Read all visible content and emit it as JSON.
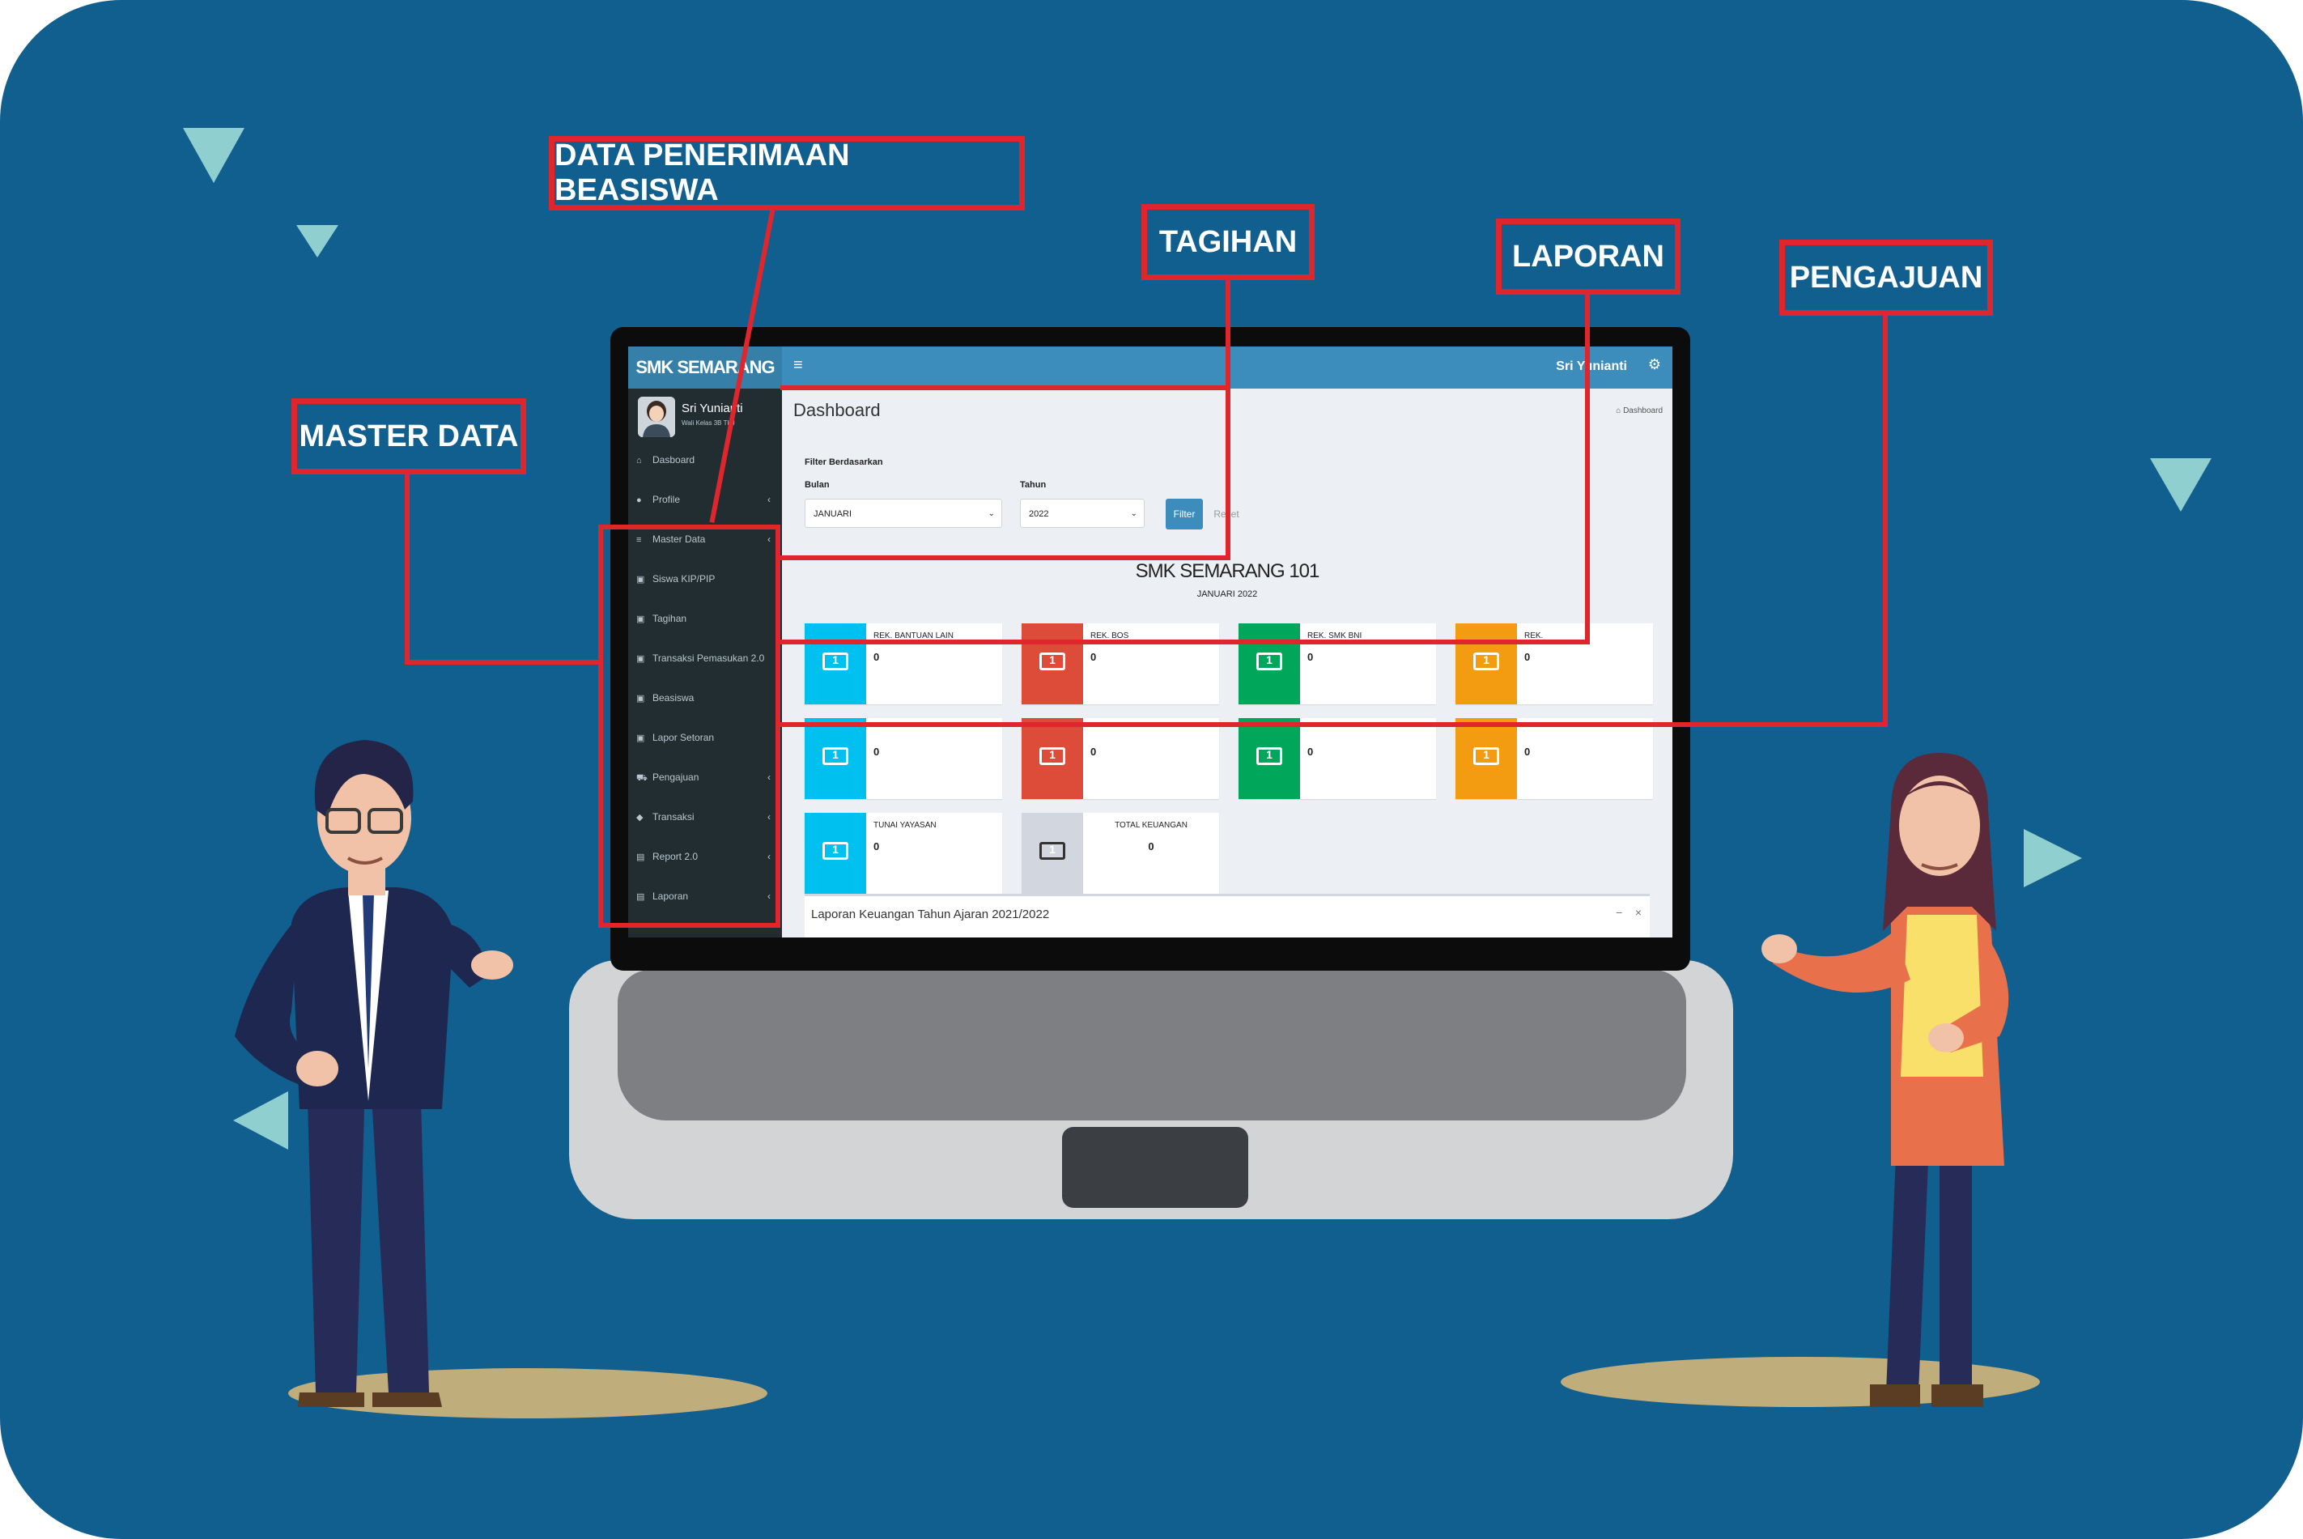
{
  "callouts": {
    "beasiswa": "DATA PENERIMAAN BEASISWA",
    "tagihan": "TAGIHAN",
    "laporan": "LAPORAN",
    "pengajuan": "PENGAJUAN",
    "master_data": "MASTER DATA"
  },
  "app": {
    "brand": "SMK SEMARANG 101",
    "menu_toggle_icon": "hamburger-icon",
    "top_user": "Sri Yunianti",
    "settings_icon": "gears-icon",
    "user_panel": {
      "name": "Sri Yunianti",
      "role": "Wali Kelas 3B TKJ"
    },
    "sidebar": [
      {
        "label": "Dasboard",
        "icon": "home-icon",
        "chevron": false
      },
      {
        "label": "Profile",
        "icon": "user-icon",
        "chevron": true
      },
      {
        "label": "Master Data",
        "icon": "database-icon",
        "chevron": true
      },
      {
        "label": "Siswa KIP/PIP",
        "icon": "money-icon",
        "chevron": false
      },
      {
        "label": "Tagihan",
        "icon": "money-icon",
        "chevron": false
      },
      {
        "label": "Transaksi Pemasukan 2.0",
        "icon": "money-icon",
        "chevron": false
      },
      {
        "label": "Beasiswa",
        "icon": "money-icon",
        "chevron": false
      },
      {
        "label": "Lapor Setoran",
        "icon": "money-icon",
        "chevron": false
      },
      {
        "label": "Pengajuan",
        "icon": "cart-icon",
        "chevron": true
      },
      {
        "label": "Transaksi",
        "icon": "tag-icon",
        "chevron": true
      },
      {
        "label": "Report 2.0",
        "icon": "file-icon",
        "chevron": true
      },
      {
        "label": "Laporan",
        "icon": "file-icon",
        "chevron": true
      }
    ],
    "page_title": "Dashboard",
    "breadcrumb": "Dashboard",
    "filter": {
      "heading": "Filter Berdasarkan",
      "bulan_label": "Bulan",
      "bulan_value": "JANUARI",
      "tahun_label": "Tahun",
      "tahun_value": "2022",
      "filter_button": "Filter",
      "reset_button": "Reset"
    },
    "report": {
      "title": "SMK SEMARANG 101",
      "subtitle": "JANUARI 2022"
    },
    "boxes": [
      {
        "label": "REK. BANTUAN LAIN",
        "value": "0",
        "color": "#00c0ef"
      },
      {
        "label": "REK. BOS",
        "value": "0",
        "color": "#dd4b39"
      },
      {
        "label": "REK. SMK BNI",
        "value": "0",
        "color": "#00a65a"
      },
      {
        "label": "REK.",
        "value": "0",
        "color": "#f39c12"
      },
      {
        "label": "",
        "value": "0",
        "color": "#00c0ef"
      },
      {
        "label": "",
        "value": "0",
        "color": "#dd4b39"
      },
      {
        "label": "",
        "value": "0",
        "color": "#00a65a"
      },
      {
        "label": "",
        "value": "0",
        "color": "#f39c12"
      },
      {
        "label": "TUNAI YAYASAN",
        "value": "0",
        "color": "#00c0ef"
      },
      {
        "label": "TOTAL KEUANGAN",
        "value": "0",
        "color": "#d2d6de"
      }
    ],
    "panel": {
      "title": "Laporan Keuangan Tahun Ajaran 2021/2022",
      "minimize": "−",
      "close": "×"
    }
  }
}
